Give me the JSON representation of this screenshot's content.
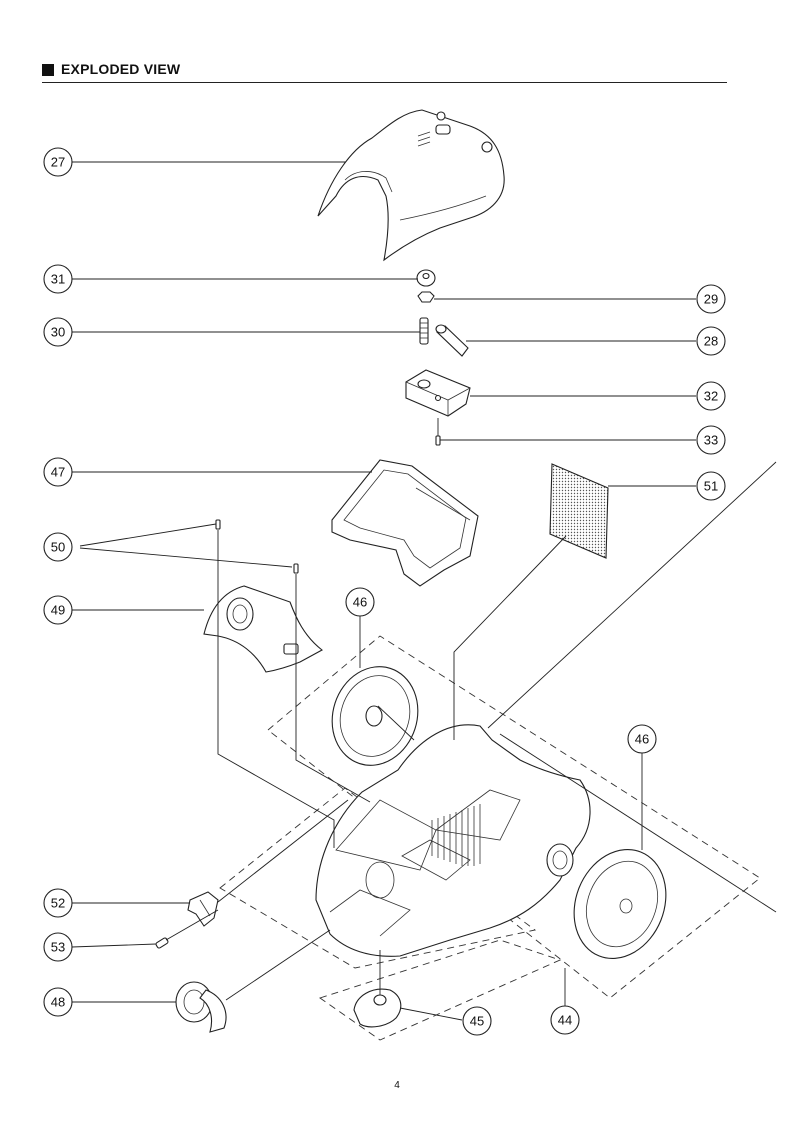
{
  "header": {
    "title": "EXPLODED VIEW"
  },
  "callouts": [
    {
      "id": "c27",
      "label": "27"
    },
    {
      "id": "c31",
      "label": "31"
    },
    {
      "id": "c29",
      "label": "29"
    },
    {
      "id": "c30",
      "label": "30"
    },
    {
      "id": "c28",
      "label": "28"
    },
    {
      "id": "c32",
      "label": "32"
    },
    {
      "id": "c33",
      "label": "33"
    },
    {
      "id": "c47",
      "label": "47"
    },
    {
      "id": "c51",
      "label": "51"
    },
    {
      "id": "c50",
      "label": "50"
    },
    {
      "id": "c49",
      "label": "49"
    },
    {
      "id": "c46a",
      "label": "46"
    },
    {
      "id": "c46b",
      "label": "46"
    },
    {
      "id": "c52",
      "label": "52"
    },
    {
      "id": "c53",
      "label": "53"
    },
    {
      "id": "c48",
      "label": "48"
    },
    {
      "id": "c45",
      "label": "45"
    },
    {
      "id": "c44",
      "label": "44"
    }
  ],
  "footer": {
    "page_number": "4"
  }
}
